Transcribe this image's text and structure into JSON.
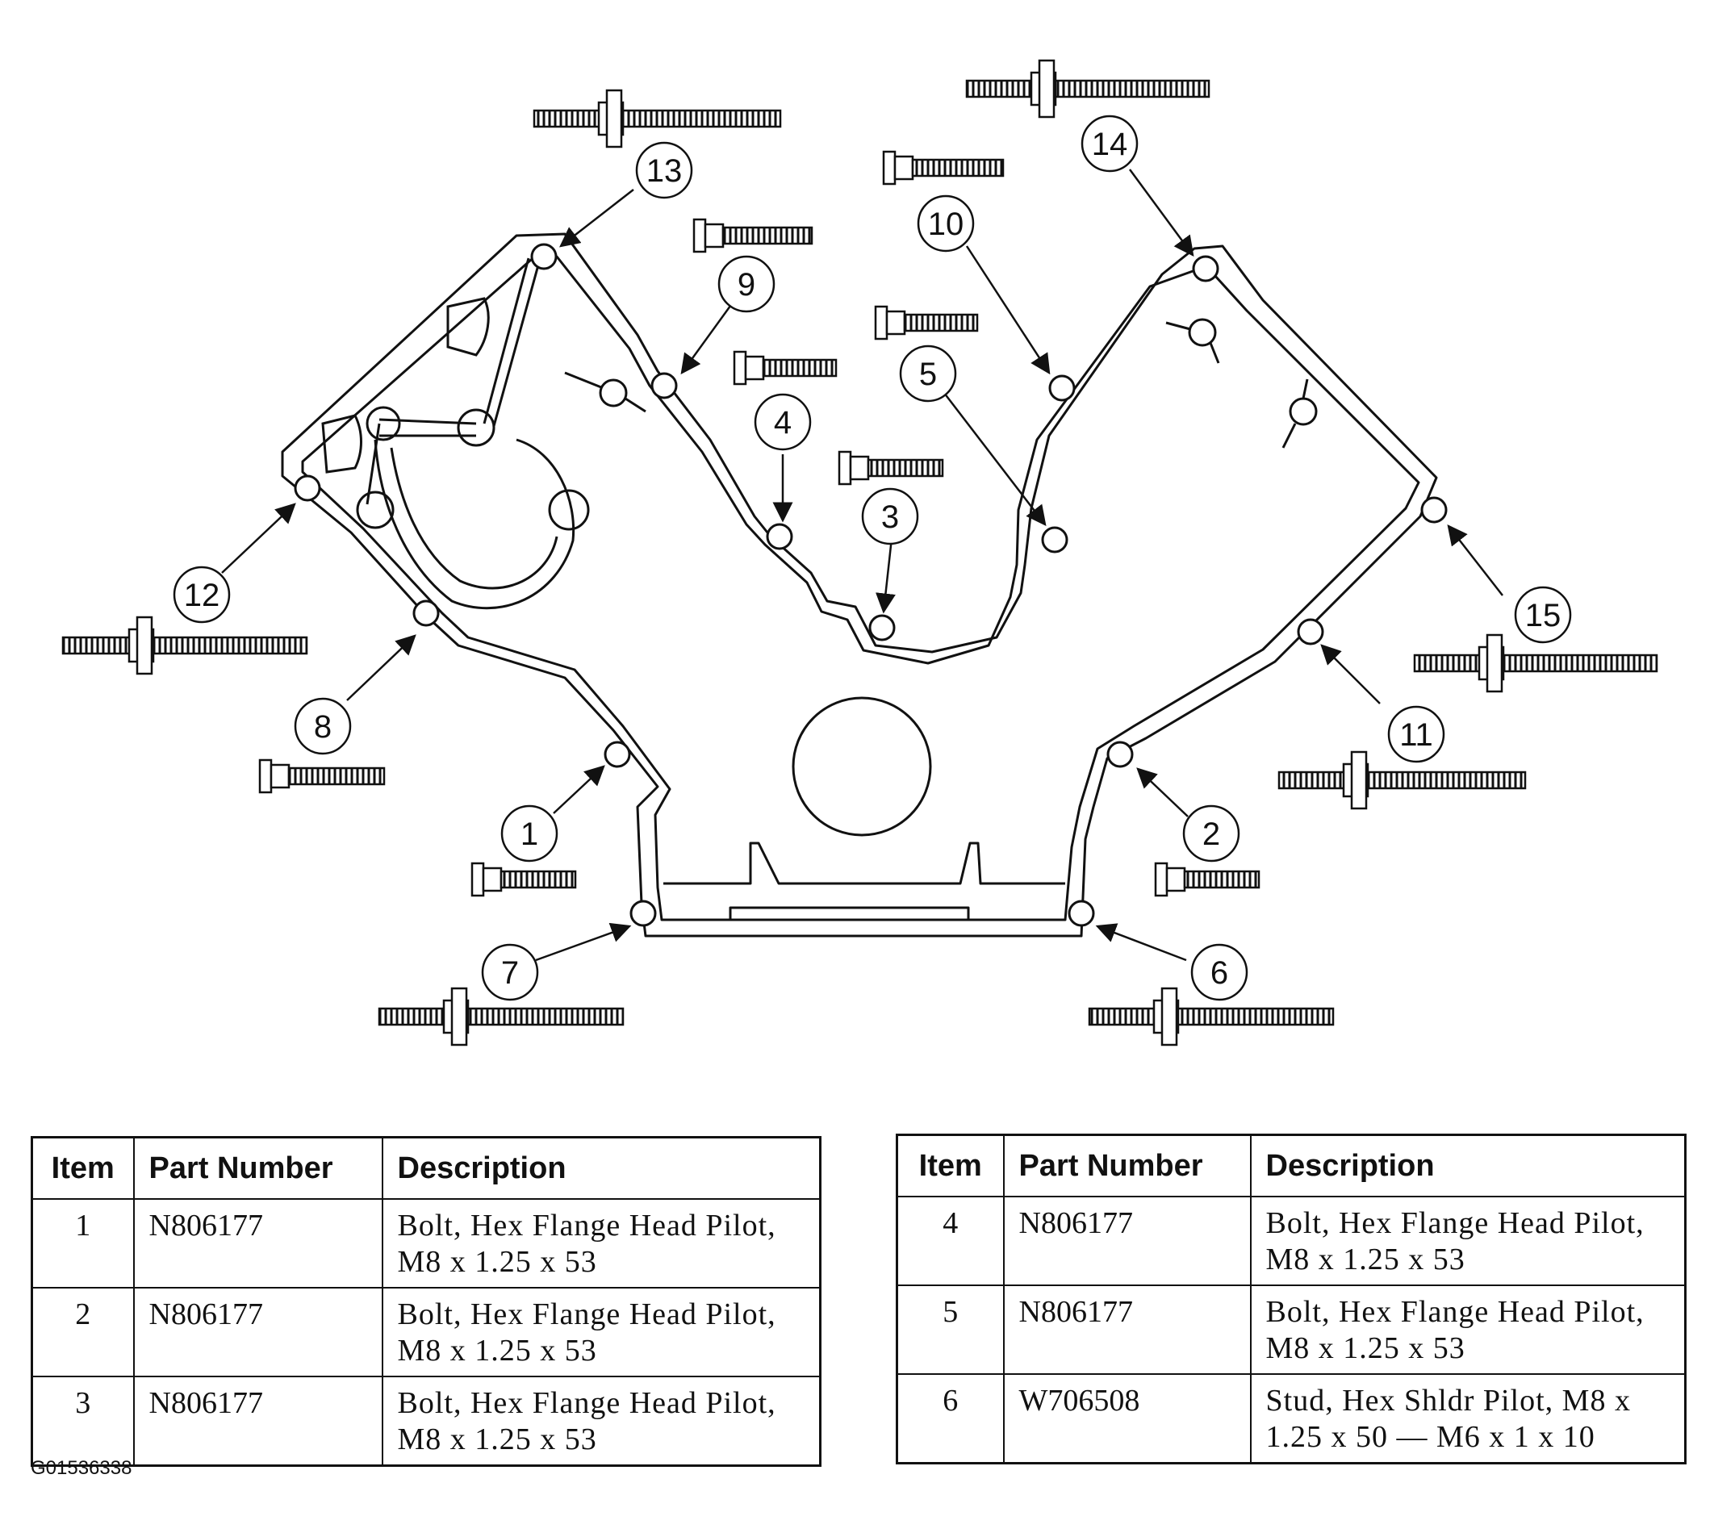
{
  "diagram": {
    "callouts": [
      "1",
      "2",
      "3",
      "4",
      "5",
      "6",
      "7",
      "8",
      "9",
      "10",
      "11",
      "12",
      "13",
      "14",
      "15"
    ]
  },
  "tables": {
    "headers": {
      "item": "Item",
      "part_number": "Part Number",
      "description": "Description"
    },
    "left_rows": [
      {
        "item": "1",
        "part_number": "N806177",
        "desc_line1": "Bolt, Hex Flange Head Pilot,",
        "desc_line2": "M8 x 1.25 x 53"
      },
      {
        "item": "2",
        "part_number": "N806177",
        "desc_line1": "Bolt, Hex Flange Head Pilot,",
        "desc_line2": "M8 x 1.25 x 53"
      },
      {
        "item": "3",
        "part_number": "N806177",
        "desc_line1": "Bolt, Hex Flange Head Pilot,",
        "desc_line2": "M8 x 1.25 x 53"
      }
    ],
    "right_rows": [
      {
        "item": "4",
        "part_number": "N806177",
        "desc_line1": "Bolt, Hex Flange Head Pilot,",
        "desc_line2": "M8 x 1.25 x 53"
      },
      {
        "item": "5",
        "part_number": "N806177",
        "desc_line1": "Bolt, Hex Flange Head Pilot,",
        "desc_line2": "M8 x 1.25 x 53"
      },
      {
        "item": "6",
        "part_number": "W706508",
        "desc_line1": "Stud, Hex Shldr Pilot, M8 x",
        "desc_line2": "1.25 x 50 — M6 x 1 x 10"
      }
    ]
  },
  "figure_id": "G01536338"
}
